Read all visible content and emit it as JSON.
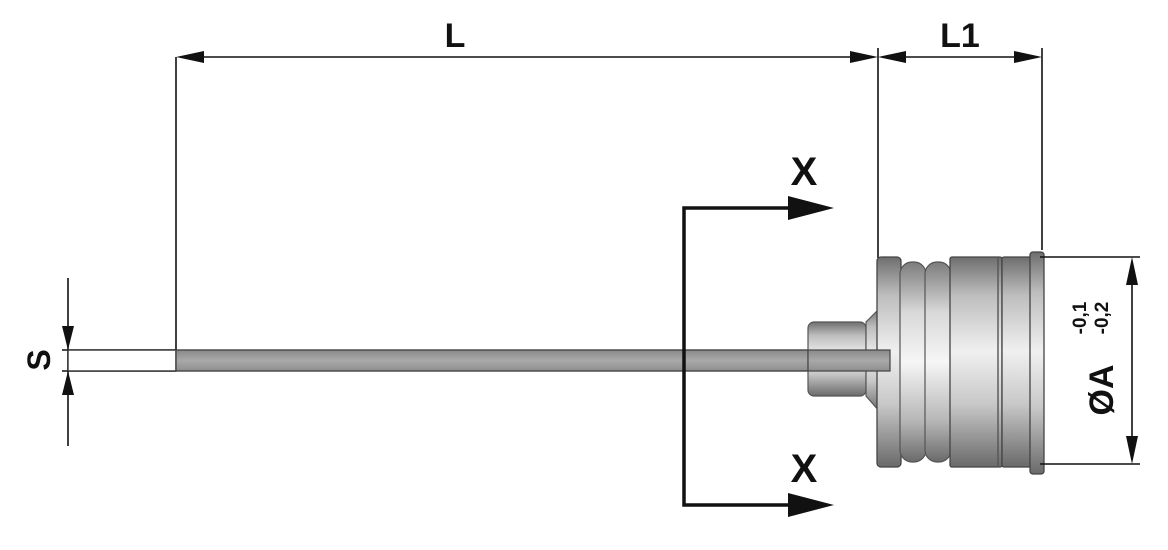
{
  "labels": {
    "length": "L",
    "length_1": "L1",
    "thickness": "S",
    "section_top": "X",
    "section_bottom": "X",
    "diameter": "ØA",
    "tol_upper": "-0,1",
    "tol_lower": "-0,2"
  },
  "colors": {
    "line": "#111111",
    "rod": "#9a9a9a",
    "rod_edge": "#444444",
    "body_light": "#e4e4e4",
    "body_dark": "#7a7a7a"
  }
}
